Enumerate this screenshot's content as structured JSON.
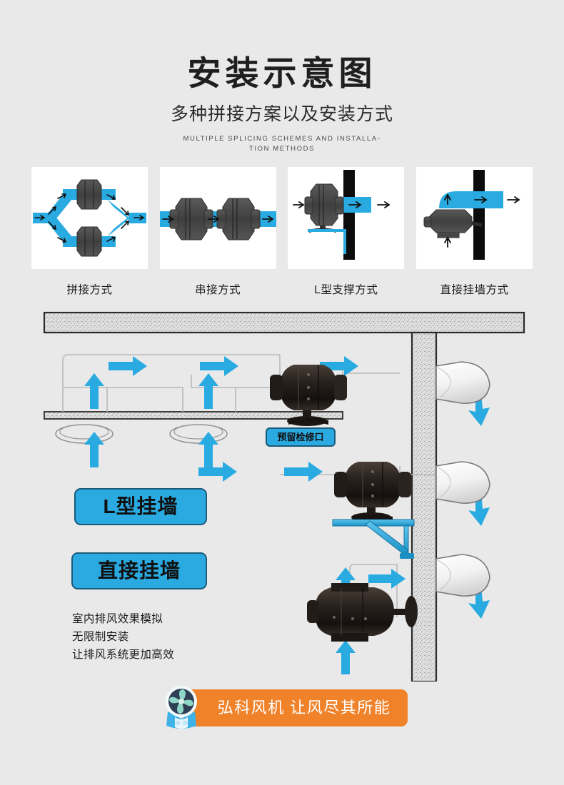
{
  "page": {
    "background_color": "#e9e9e9",
    "accent_blue": "#2aaae1",
    "accent_orange": "#f0822a",
    "fan_body_color": "#2b2622",
    "wall_color": "#111111"
  },
  "header": {
    "title": "安装示意图",
    "subtitle": "多种拼接方案以及安装方式",
    "english_line1": "MULTIPLE SPLICING SCHEMES AND INSTALLA-",
    "english_line2": "TION METHODS"
  },
  "cards": [
    {
      "label": "拼接方式",
      "diagram": "two-fans-parallel-diamond-duct",
      "arrow_count": 8
    },
    {
      "label": "串接方式",
      "diagram": "two-fans-in-series",
      "arrow_count": 3
    },
    {
      "label": "L型支撑方式",
      "diagram": "fan-on-l-bracket-through-wall",
      "arrow_count": 3
    },
    {
      "label": "直接挂墙方式",
      "diagram": "fan-wall-mounted-elbow-duct",
      "arrow_count": 4
    }
  ],
  "scene": {
    "badges": {
      "inspection_port": "预留检修口",
      "l_wall_mount": "L型挂墙",
      "direct_wall_mount": "直接挂墙"
    },
    "ceiling_vents": 2,
    "fans": 3,
    "wall_hoods": 3,
    "notes": [
      "室内排风效果模拟",
      "无限制安装",
      "让排风系统更加高效"
    ]
  },
  "footer": {
    "slogan": "弘科风机 让风尽其所能",
    "mascot": "fan-mascot-icon"
  }
}
